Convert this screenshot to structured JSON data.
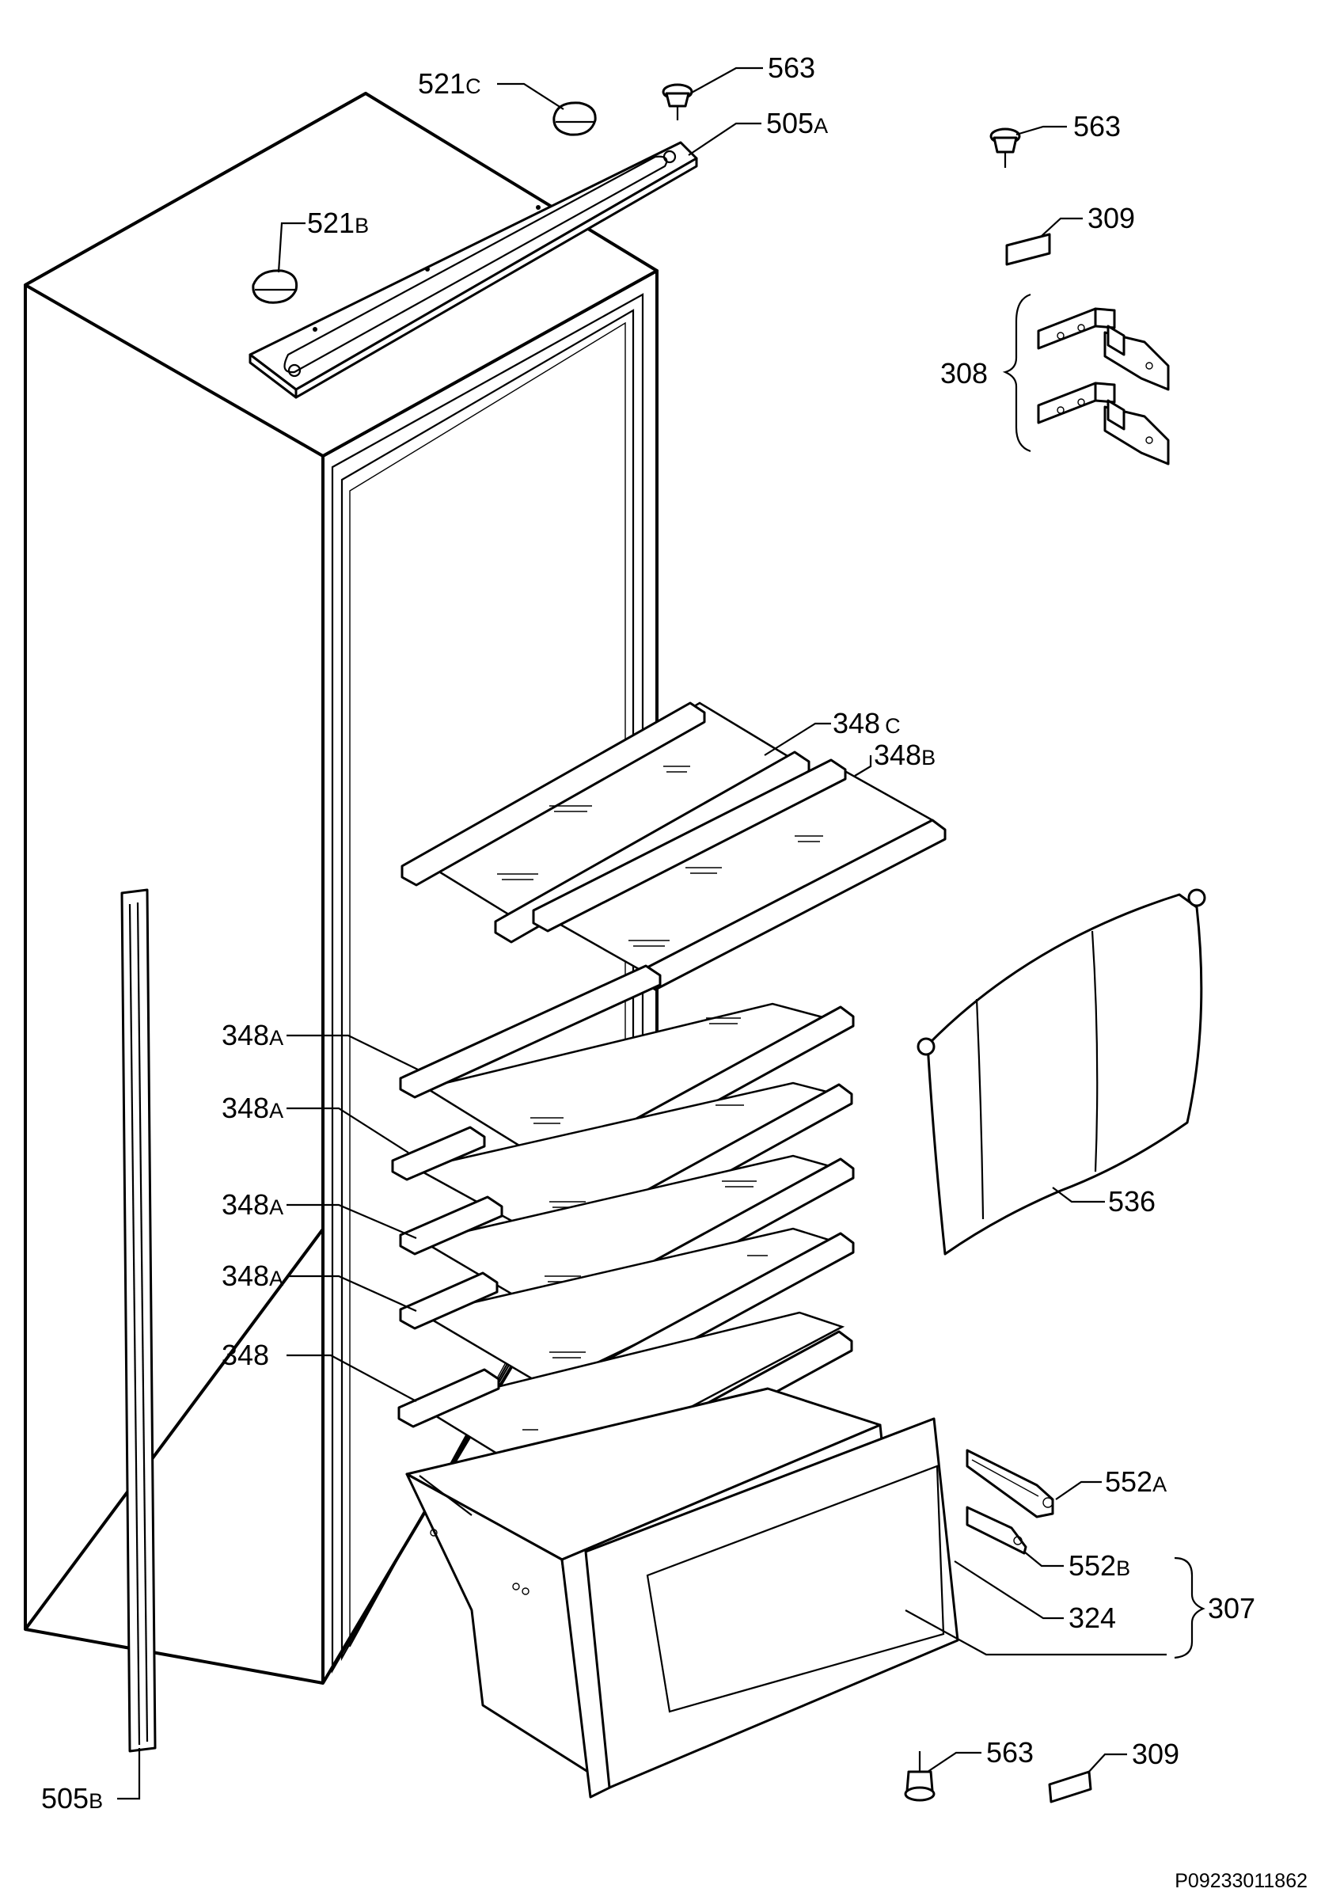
{
  "labels": {
    "l521c": {
      "num": "521",
      "sfx": "C"
    },
    "l563a": {
      "num": "563",
      "sfx": ""
    },
    "l505a": {
      "num": "505",
      "sfx": "A"
    },
    "l563b": {
      "num": "563",
      "sfx": ""
    },
    "l309a": {
      "num": "309",
      "sfx": ""
    },
    "l521b": {
      "num": "521",
      "sfx": "B"
    },
    "l308": {
      "num": "308",
      "sfx": ""
    },
    "l348c": {
      "num": "348",
      "sfx": "C"
    },
    "l348b": {
      "num": "348",
      "sfx": "B"
    },
    "l348a1": {
      "num": "348",
      "sfx": "A"
    },
    "l348a2": {
      "num": "348",
      "sfx": "A"
    },
    "l348a3": {
      "num": "348",
      "sfx": "A"
    },
    "l348a4": {
      "num": "348",
      "sfx": "A"
    },
    "l348": {
      "num": "348",
      "sfx": ""
    },
    "l536": {
      "num": "536",
      "sfx": ""
    },
    "l552a": {
      "num": "552",
      "sfx": "A"
    },
    "l552b": {
      "num": "552",
      "sfx": "B"
    },
    "l324": {
      "num": "324",
      "sfx": ""
    },
    "l307": {
      "num": "307",
      "sfx": ""
    },
    "l563c": {
      "num": "563",
      "sfx": ""
    },
    "l309b": {
      "num": "309",
      "sfx": ""
    },
    "l505b": {
      "num": "505",
      "sfx": "B"
    }
  },
  "document_number": "P09233011862"
}
